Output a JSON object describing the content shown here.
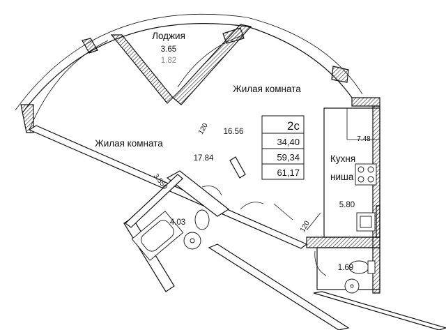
{
  "apartment": {
    "type": "2с",
    "areas": [
      "34,40",
      "59,34",
      "61,17"
    ]
  },
  "rooms": {
    "loggia": {
      "label": "Лоджия",
      "area": "3.65",
      "area_secondary": "1.82"
    },
    "living_room_right": {
      "label": "Жилая комната",
      "area": "16.56"
    },
    "living_room_left": {
      "label": "Жилая комната",
      "area": "17.84"
    },
    "kitchen_niche": {
      "label_line1": "Кухня",
      "label_line2": "ниша",
      "area": "5.80"
    },
    "bathroom": {
      "area": "4.03"
    },
    "wc": {
      "area": "1.69"
    },
    "corridor": {
      "area": "7.48"
    }
  },
  "dimensions": {
    "wall_width": "3.550",
    "door_width_1": "120",
    "door_width_2": "120"
  }
}
